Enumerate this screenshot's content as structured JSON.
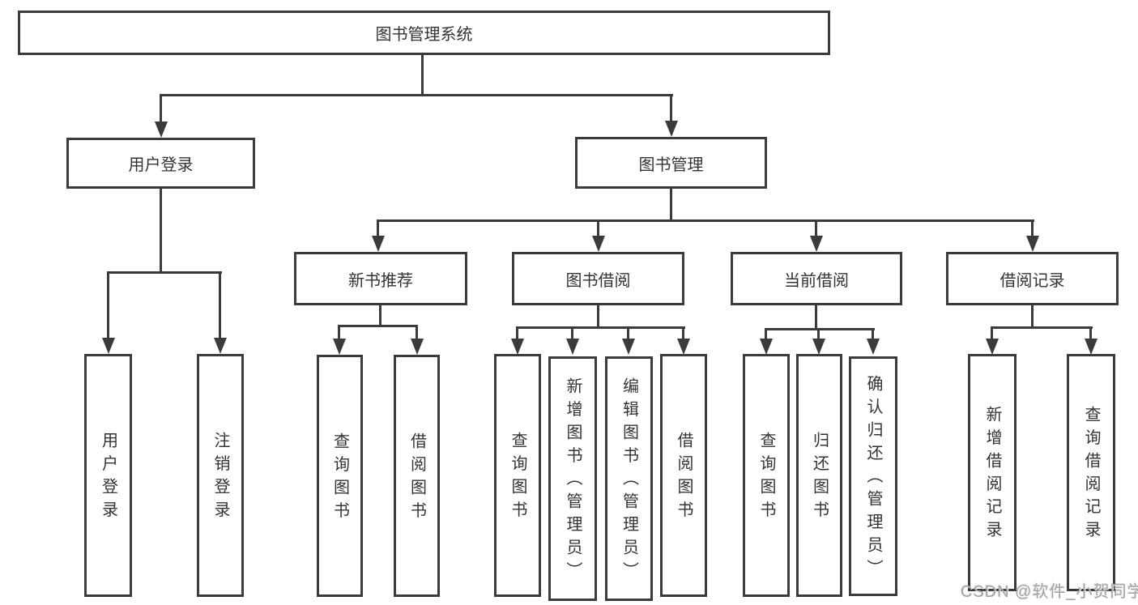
{
  "diagram_type": "functional-structure-tree",
  "nodes": {
    "root": {
      "label": "图书管理系统"
    },
    "user_login": {
      "label": "用户登录"
    },
    "book_mgmt": {
      "label": "图书管理"
    },
    "new_book_rec": {
      "label": "新书推荐"
    },
    "book_borrow": {
      "label": "图书借阅"
    },
    "current_borrow": {
      "label": "当前借阅"
    },
    "borrow_record": {
      "label": "借阅记录"
    },
    "ul_user_login": {
      "label": "用户登录"
    },
    "ul_logout": {
      "label": "注销登录"
    },
    "nbr_query_book": {
      "label": "查询图书"
    },
    "nbr_borrow_book": {
      "label": "借阅图书"
    },
    "bb_query_book": {
      "label": "查询图书"
    },
    "bb_add_book": {
      "label": "新增图书（管理员）"
    },
    "bb_edit_book": {
      "label": "编辑图书（管理员）"
    },
    "bb_borrow_book": {
      "label": "借阅图书"
    },
    "cb_query_book": {
      "label": "查询图书"
    },
    "cb_return_book": {
      "label": "归还图书"
    },
    "cb_confirm_return": {
      "label": "确认归还（管理员）"
    },
    "br_add_record": {
      "label": "新增借阅记录"
    },
    "br_query_record": {
      "label": "查询借阅记录"
    }
  },
  "hierarchy": {
    "图书管理系统": {
      "用户登录": [
        "用户登录",
        "注销登录"
      ],
      "图书管理": {
        "新书推荐": [
          "查询图书",
          "借阅图书"
        ],
        "图书借阅": [
          "查询图书",
          "新增图书（管理员）",
          "编辑图书（管理员）",
          "借阅图书"
        ],
        "当前借阅": [
          "查询图书",
          "归还图书",
          "确认归还（管理员）"
        ],
        "借阅记录": [
          "新增借阅记录",
          "查询借阅记录"
        ]
      }
    }
  },
  "watermark": {
    "text": "CSDN @软件_小贺同学"
  },
  "colors": {
    "background": "#ffffff",
    "line": "#3b3b3b",
    "box_border": "#3b3b3b",
    "text": "#333333",
    "watermark": "#a3a3a3"
  }
}
